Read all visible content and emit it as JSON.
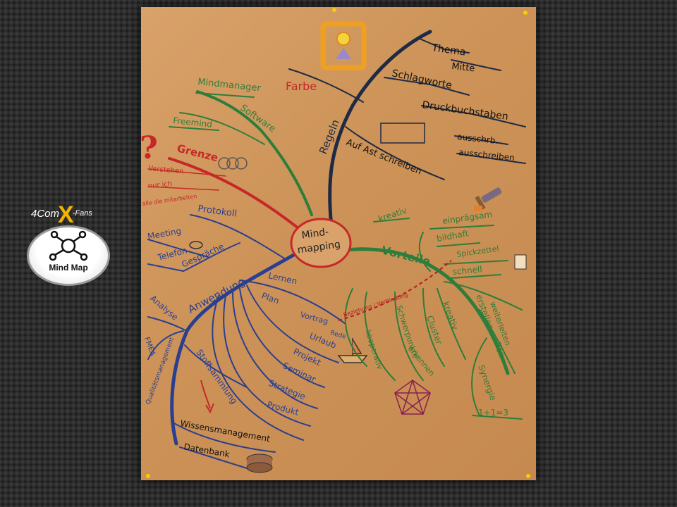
{
  "badge": {
    "title_prefix": "4Com",
    "title_x": "X",
    "title_suffix": "-Fans",
    "label": "Mind Map"
  },
  "center": {
    "line1": "Mind-",
    "line2": "mapping"
  },
  "branches": {
    "regeln": {
      "label": "Regeln",
      "items": [
        "Thema",
        "Mitte",
        "Farbe",
        "Schlagworte",
        "Druckbuchstaben",
        "ausschrb.",
        "ausschreiben",
        "Auf Ast schreiben"
      ]
    },
    "software": {
      "label": "Software",
      "items": [
        "Mindmanager",
        "Freemind"
      ]
    },
    "grenze": {
      "label": "Grenze",
      "items": [
        "Verstehen",
        "nur ich",
        "alle die mitarbeiten"
      ]
    },
    "vorteile": {
      "label": "Vorteile",
      "items": [
        "kreativ",
        "einprägsam",
        "bildhaft",
        "Spickzettel",
        "schnell",
        "kreativ",
        "Cluster",
        "Schwerpunkte",
        "erkennen",
        "kooperativ",
        "erstellen",
        "weiterleiten",
        "offen",
        "Synergie",
        "1+1=3"
      ]
    },
    "anwendung": {
      "label": "Anwendung",
      "items": [
        "Protokoll",
        "Meeting",
        "Telefon",
        "Gespräche",
        "Lernen",
        "Plan",
        "Vortrag",
        "Rede",
        "Urlaub",
        "Projekt",
        "Seminar",
        "Strategie",
        "Produkt",
        "Analyse",
        "FMEA",
        "Qualitätsmanagement",
        "Stoffsammlung",
        "Wissensmanagement",
        "Datenbank"
      ]
    },
    "link": "Beziehung / Verbindung"
  },
  "colors": {
    "regeln": "#1f2a44",
    "software": "#2e7d3a",
    "grenze": "#c62828",
    "vorteile": "#2e7d3a",
    "anwendung": "#2a3f8f",
    "paper": "#cc9257",
    "badge_accent": "#f2b400"
  }
}
